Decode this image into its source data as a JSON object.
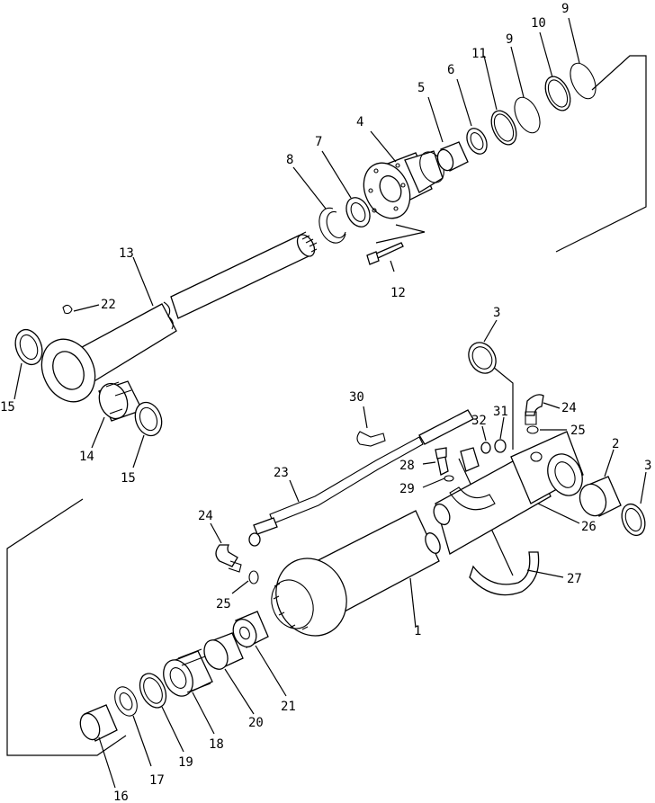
{
  "diagram": {
    "type": "exploded-parts-view",
    "callouts": [
      {
        "id": "c1",
        "text": "1"
      },
      {
        "id": "c2",
        "text": "2"
      },
      {
        "id": "c3a",
        "text": "3"
      },
      {
        "id": "c3b",
        "text": "3"
      },
      {
        "id": "c4",
        "text": "4"
      },
      {
        "id": "c5",
        "text": "5"
      },
      {
        "id": "c6",
        "text": "6"
      },
      {
        "id": "c7",
        "text": "7"
      },
      {
        "id": "c8",
        "text": "8"
      },
      {
        "id": "c9a",
        "text": "9"
      },
      {
        "id": "c9b",
        "text": "9"
      },
      {
        "id": "c10",
        "text": "10"
      },
      {
        "id": "c11",
        "text": "11"
      },
      {
        "id": "c12",
        "text": "12"
      },
      {
        "id": "c13",
        "text": "13"
      },
      {
        "id": "c14",
        "text": "14"
      },
      {
        "id": "c15a",
        "text": "15"
      },
      {
        "id": "c15b",
        "text": "15"
      },
      {
        "id": "c16",
        "text": "16"
      },
      {
        "id": "c17",
        "text": "17"
      },
      {
        "id": "c18",
        "text": "18"
      },
      {
        "id": "c19",
        "text": "19"
      },
      {
        "id": "c20",
        "text": "20"
      },
      {
        "id": "c21",
        "text": "21"
      },
      {
        "id": "c22",
        "text": "22"
      },
      {
        "id": "c23",
        "text": "23"
      },
      {
        "id": "c24a",
        "text": "24"
      },
      {
        "id": "c24b",
        "text": "24"
      },
      {
        "id": "c25a",
        "text": "25"
      },
      {
        "id": "c25b",
        "text": "25"
      },
      {
        "id": "c26",
        "text": "26"
      },
      {
        "id": "c27",
        "text": "27"
      },
      {
        "id": "c28",
        "text": "28"
      },
      {
        "id": "c29",
        "text": "29"
      },
      {
        "id": "c30",
        "text": "30"
      },
      {
        "id": "c31",
        "text": "31"
      },
      {
        "id": "c32",
        "text": "32"
      }
    ]
  }
}
